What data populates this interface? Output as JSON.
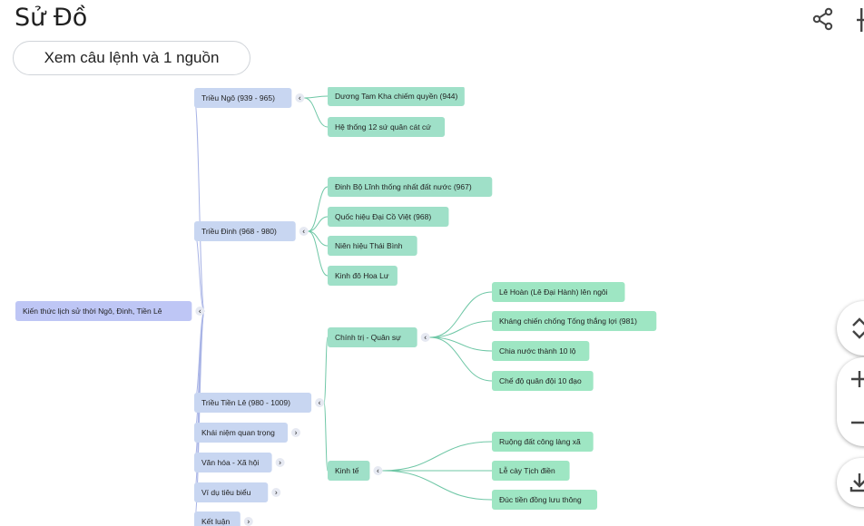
{
  "header": {
    "title": "Sử Đồ",
    "source_button_label": "Xem câu lệnh và 1 nguồn"
  },
  "colors": {
    "root": "#bec6f5",
    "level1": "#c8d6f1",
    "level2": "#9fe0c8",
    "level3": "#9ee6c3",
    "edge": "#a9b4e6",
    "edge_green": "#6fc7a6"
  },
  "mindmap": {
    "root": "Kiến thức lịch sử thời Ngô, Đinh, Tiền Lê",
    "branches": [
      {
        "label": "Triều Ngô (939 - 965)",
        "children": [
          "Dương Tam Kha chiếm quyền (944)",
          "Hệ thống 12 sứ quân cát cứ"
        ]
      },
      {
        "label": "Triều Đinh (968 - 980)",
        "children": [
          "Đinh Bộ Lĩnh thống nhất đất nước (967)",
          "Quốc hiệu Đại Cồ Việt (968)",
          "Niên hiệu Thái Bình",
          "Kinh đô Hoa Lư"
        ]
      },
      {
        "label": "Triều Tiền Lê (980 - 1009)",
        "children": [
          {
            "label": "Chính trị - Quân sự",
            "children": [
              "Lê Hoàn (Lê Đại Hành) lên ngôi",
              "Kháng chiến chống Tống thắng lợi (981)",
              "Chia nước thành 10 lộ",
              "Chế độ quân đội 10 đạo"
            ]
          },
          {
            "label": "Kinh tế",
            "children": [
              "Ruộng đất công làng xã",
              "Lễ cày Tịch điền",
              "Đúc tiền đồng lưu thông"
            ]
          }
        ]
      },
      {
        "label": "Khái niệm quan trọng",
        "collapsed": true
      },
      {
        "label": "Văn hóa - Xã hội",
        "collapsed": true
      },
      {
        "label": "Ví dụ tiêu biểu",
        "collapsed": true
      },
      {
        "label": "Kết luận",
        "collapsed": true
      }
    ]
  },
  "controls": {
    "icons": [
      "expand-collapse-icon",
      "zoom-in-icon",
      "zoom-out-icon",
      "download-icon"
    ]
  }
}
